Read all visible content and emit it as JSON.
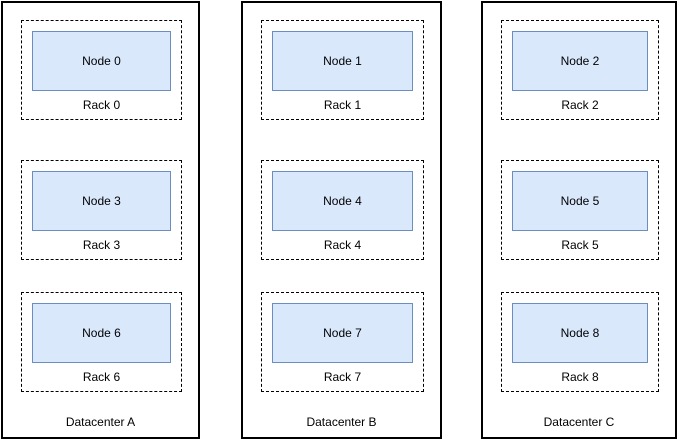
{
  "datacenters": [
    {
      "label": "Datacenter A",
      "racks": [
        {
          "rack_label": "Rack 0",
          "node_label": "Node 0"
        },
        {
          "rack_label": "Rack 3",
          "node_label": "Node 3"
        },
        {
          "rack_label": "Rack 6",
          "node_label": "Node 6"
        }
      ]
    },
    {
      "label": "Datacenter B",
      "racks": [
        {
          "rack_label": "Rack 1",
          "node_label": "Node 1"
        },
        {
          "rack_label": "Rack 4",
          "node_label": "Node 4"
        },
        {
          "rack_label": "Rack 7",
          "node_label": "Node 7"
        }
      ]
    },
    {
      "label": "Datacenter C",
      "racks": [
        {
          "rack_label": "Rack 2",
          "node_label": "Node 2"
        },
        {
          "rack_label": "Rack 5",
          "node_label": "Node 5"
        },
        {
          "rack_label": "Rack 8",
          "node_label": "Node 8"
        }
      ]
    }
  ],
  "colors": {
    "background": "#ffffff",
    "container_border": "#000000",
    "node_fill": "#dae8fc",
    "node_border": "#6c8ebf",
    "text": "#000000"
  }
}
